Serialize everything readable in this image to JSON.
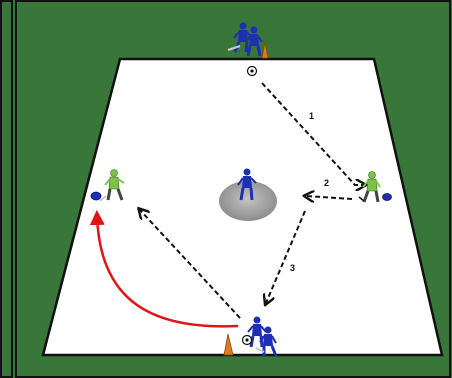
{
  "diagram": {
    "background": "#38763a",
    "field_color": "#ffffff",
    "line_color": "#111111",
    "pass_color": "#111111",
    "run_color": "#e01414",
    "team_blue": "#1e2fb5",
    "team_green": "#7cc24a",
    "cone_color": "#e07a1a",
    "zone_color": "#a8a8a8",
    "steps": [
      {
        "label": "1"
      },
      {
        "label": "2"
      },
      {
        "label": "3"
      }
    ],
    "icons": {
      "cone": "cone-icon",
      "ball": "soccer-ball-icon",
      "player": "player-icon"
    }
  }
}
